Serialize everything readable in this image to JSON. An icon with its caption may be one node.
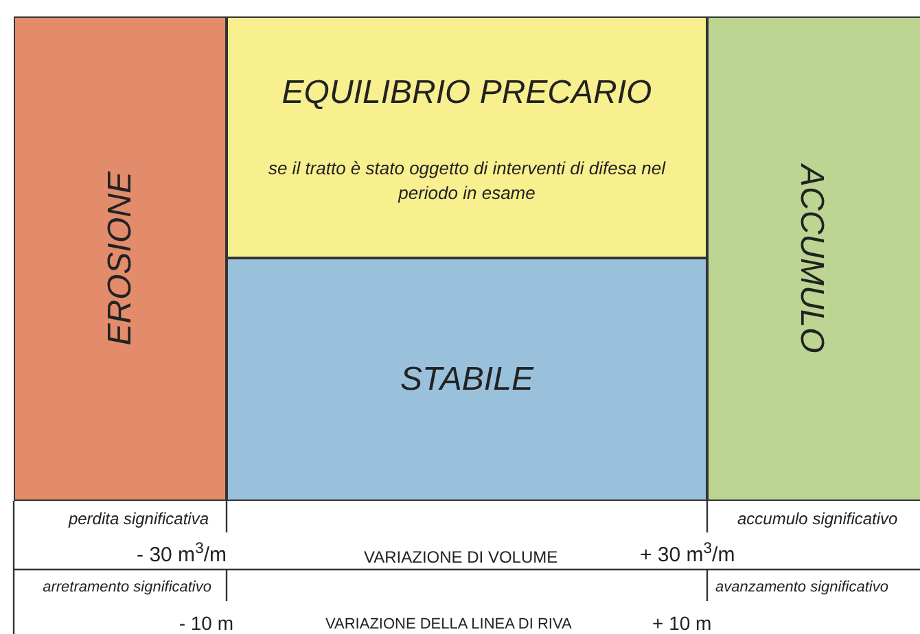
{
  "diagram": {
    "nodes": [
      {
        "text": [
          "EROSIONE"
        ]
      },
      {
        "text": [
          "EQUILIBRIO PRECARIO",
          "se il tratto è stato oggetto di interventi di difesa nel periodo in esame"
        ]
      },
      {
        "text": [
          "STABILE"
        ]
      },
      {
        "text": [
          "ACCUMULO"
        ]
      }
    ],
    "labels": [
      "perdita significativa",
      "accumulo significativo",
      "- 30 m$^{3}$/m",
      "VARIAZIONE DI VOLUME",
      "+ 30 m$^{3}$/m",
      "arretramento significativo",
      "avanzamento significativo",
      "- 10 m",
      "VARIAZIONE DELLA LINEA DI RIVA",
      "+ 10 m"
    ]
  }
}
